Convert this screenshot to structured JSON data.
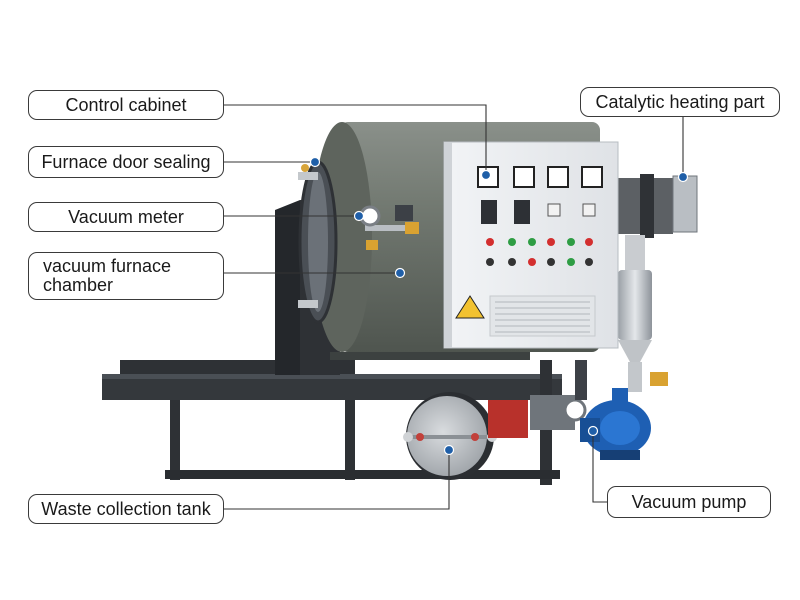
{
  "labels": {
    "control_cabinet": "Control cabinet",
    "furnace_door_sealing": "Furnace door sealing",
    "vacuum_meter": "Vacuum meter",
    "vacuum_furnace_chamber": "vacuum furnace chamber",
    "waste_collection_tank": "Waste collection tank",
    "catalytic_heating_part": "Catalytic heating part",
    "vacuum_pump": "Vacuum pump"
  },
  "colors": {
    "furnace_body": "#6e746c",
    "cabinet": "#e9ecef",
    "frame": "#2e3135",
    "pump": "#1e5fb3",
    "marker_dot": "#1f5fa8"
  }
}
